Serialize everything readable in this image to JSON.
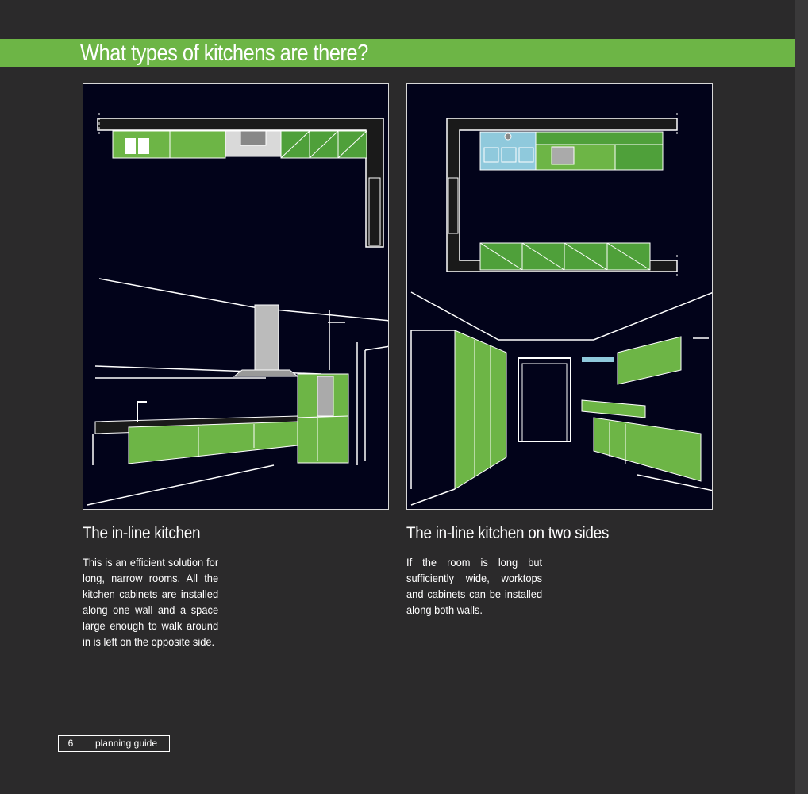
{
  "page": {
    "title": "What types of kitchens are there?",
    "page_number": "6",
    "footer_label": "planning guide"
  },
  "sections": [
    {
      "heading": "The in-line kitchen",
      "text": "This is an efficient solution for long, narrow rooms.  All the kitchen cabinets are installed along one wall and a space large enough to walk around in is left on the opposite side."
    },
    {
      "heading": "The in-line kitchen on two sides",
      "text": "If the room is long but sufficiently wide, worktops and cabinets can be installed along both walls."
    }
  ],
  "colors": {
    "brand_green": "#6db546",
    "background": "#2b2a2b",
    "drawing_bg": "#02031a"
  }
}
